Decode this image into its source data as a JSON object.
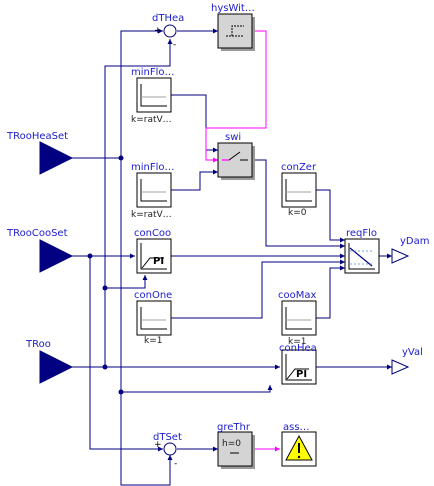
{
  "inputs": {
    "heaSet": "TRooHeaSet",
    "cooSet": "TRooCooSet",
    "roo": "TRoo"
  },
  "outputs": {
    "dam": "yDam",
    "val": "yVal"
  },
  "blocks": {
    "dTHea": "dTHea",
    "hysWit": "hysWit…",
    "minFlo1": "minFlo…",
    "minFlo1_param": "k=ratV…",
    "minFlo2": "minFlo…",
    "minFlo2_param": "k=ratV…",
    "swi": "swi",
    "conZer": "conZer",
    "conZer_param": "k=0",
    "conCoo": "conCoo",
    "conCoo_inner": "PI",
    "reqFlo": "reqFlo",
    "conOne": "conOne",
    "conOne_param": "k=1",
    "cooMax": "cooMax",
    "cooMax_param": "k=1",
    "conHea": "conHea",
    "conHea_inner": "PI",
    "dTSet": "dTSet",
    "greThr": "greThr",
    "greThr_param": "h=0",
    "ass": "ass…"
  },
  "signs": {
    "dTHea_plus": "+",
    "dTHea_minus": "-",
    "dTSet_plus": "+",
    "dTSet_minus": "-"
  },
  "colors": {
    "real_wire": "#000080",
    "boolean_wire": "#ff00ff",
    "port_fill": "#000080",
    "label_text": "#1c1ccc",
    "warning_fill": "#ffff00"
  }
}
